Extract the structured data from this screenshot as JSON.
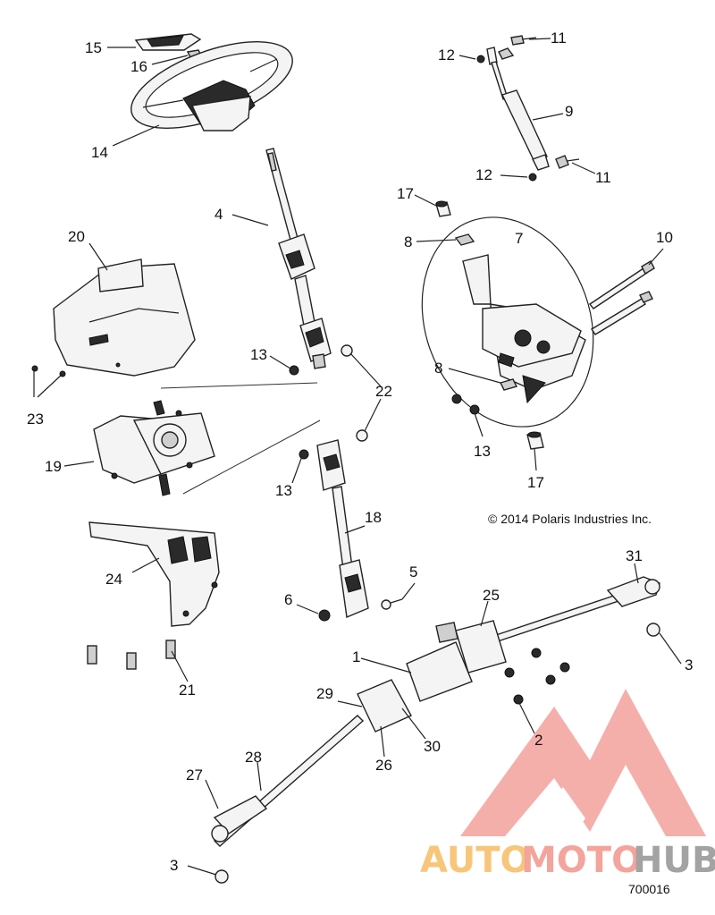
{
  "copyright": "© 2014 Polaris Industries Inc.",
  "document_number": "700016",
  "watermark": {
    "auto": "AUTO",
    "moto": "MOTO",
    "hub": "HUB",
    "colors": {
      "auto": "#f7c67a",
      "moto": "#f3a49b",
      "hub": "#a3a3a3",
      "logo": "#f08a85"
    }
  },
  "callouts": {
    "c1": "1",
    "c2": "2",
    "c3a": "3",
    "c3b": "3",
    "c4": "4",
    "c5": "5",
    "c6": "6",
    "c7": "7",
    "c8a": "8",
    "c8b": "8",
    "c9": "9",
    "c10": "10",
    "c11a": "11",
    "c11b": "11",
    "c12a": "12",
    "c12b": "12",
    "c13a": "13",
    "c13b": "13",
    "c13c": "13",
    "c14": "14",
    "c15": "15",
    "c16": "16",
    "c17a": "17",
    "c17b": "17",
    "c18": "18",
    "c19": "19",
    "c20": "20",
    "c21": "21",
    "c22": "22",
    "c23": "23",
    "c24": "24",
    "c25": "25",
    "c26": "26",
    "c27": "27",
    "c28": "28",
    "c29": "29",
    "c30": "30",
    "c31": "31"
  }
}
